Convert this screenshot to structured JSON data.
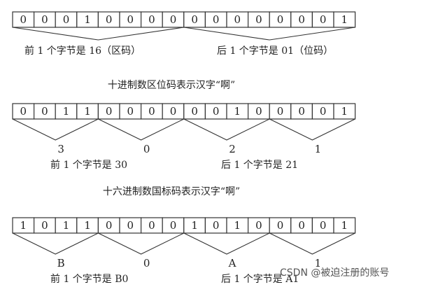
{
  "rows": [
    {
      "bits": [
        "0",
        "0",
        "0",
        "1",
        "0",
        "0",
        "0",
        "0",
        "0",
        "0",
        "0",
        "0",
        "0",
        "0",
        "0",
        "1"
      ],
      "style": "byte",
      "left_caption": "前 1 个字节是 16（区码）",
      "right_caption": "后 1 个字节是 01（位码）",
      "title_below": "十进制数区位码表示汉字“啊”"
    },
    {
      "bits": [
        "0",
        "0",
        "1",
        "1",
        "0",
        "0",
        "0",
        "0",
        "0",
        "0",
        "1",
        "0",
        "0",
        "0",
        "0",
        "1"
      ],
      "style": "nibble",
      "nibble_labels": [
        "3",
        "0",
        "2",
        "1"
      ],
      "left_caption": "前 1 个字节是 30",
      "right_caption": "后 1 个字节是 21",
      "title_below": "十六进制数国标码表示汉字“啊”"
    },
    {
      "bits": [
        "1",
        "0",
        "1",
        "1",
        "0",
        "0",
        "0",
        "0",
        "1",
        "0",
        "1",
        "0",
        "0",
        "0",
        "0",
        "1"
      ],
      "style": "nibble",
      "nibble_labels": [
        "B",
        "0",
        "A",
        "1"
      ],
      "left_caption": "前 1 个字节是 B0",
      "right_caption": "后 1 个字节是 A1"
    }
  ],
  "watermark": "CSDN @被迫注册的账号"
}
